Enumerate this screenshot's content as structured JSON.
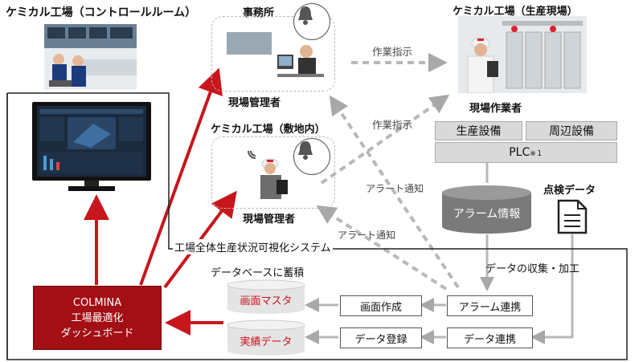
{
  "control_room": {
    "title": "ケミカル工場（コントロールルーム）"
  },
  "office": {
    "title": "事務所",
    "person": "現場管理者"
  },
  "site_inside": {
    "title": "ケミカル工場（敷地内）",
    "person": "現場管理者"
  },
  "production_site": {
    "title": "ケミカル工場（生産現場）",
    "person": "現場作業者"
  },
  "equipment": {
    "production": "生産設備",
    "peripheral": "周辺設備",
    "plc": "PLC",
    "plc_note": "※１"
  },
  "alarm_info": "アラーム情報",
  "inspection_data": "点検データ",
  "arrows": {
    "work_instruction_1": "作業指示",
    "work_instruction_2": "作業指示",
    "alert_1": "アラート通知",
    "alert_2": "アラート通知",
    "data_collect": "データの収集・加工"
  },
  "system": {
    "title": "工場全体生産状況可視化システム",
    "db_label": "データベースに蓄積",
    "db_master": "画面マスタ",
    "db_results": "実績データ",
    "screen_creation": "画面作成",
    "data_registration": "データ登録",
    "alarm_link": "アラーム連携",
    "data_link": "データ連携"
  },
  "colmina": {
    "line1": "COLMINA",
    "line2": "工場最適化",
    "line3": "ダッシュボード"
  },
  "colors": {
    "accent_red": "#c8161d",
    "dark_red": "#a30f14",
    "gray_arrow": "#b8b8b8"
  }
}
